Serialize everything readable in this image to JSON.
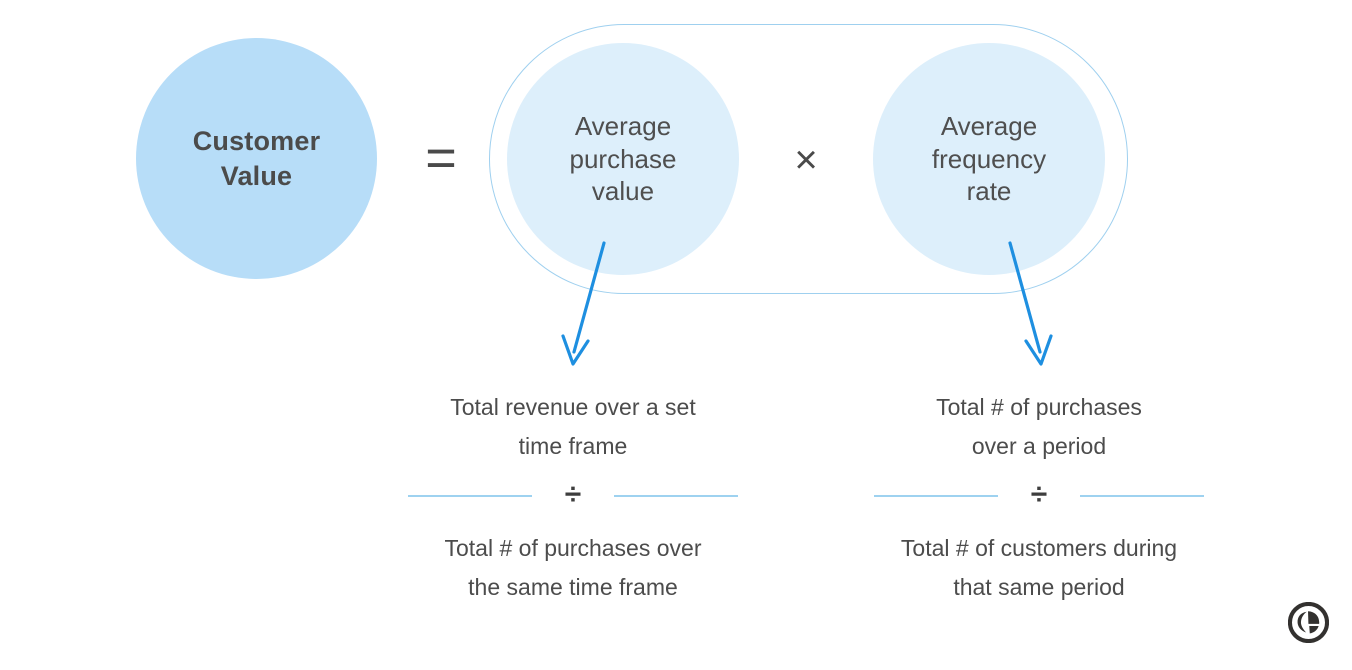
{
  "diagram": {
    "title": "Customer Value formula",
    "colors": {
      "primary_circle": "#b7ddf8",
      "secondary_circle": "#ddeffb",
      "outline": "#9fd0ef",
      "arrow": "#1e8fe0",
      "fraction_bar": "#9ed2f0",
      "text": "#4a4a4a",
      "logo": "#33312f"
    },
    "result": {
      "label": "Customer\nValue"
    },
    "operators": {
      "equals": "=",
      "times": "×",
      "divide": "÷"
    },
    "factors": [
      {
        "id": "average-purchase-value",
        "label": "Average\npurchase\nvalue",
        "numerator": "Total revenue over a set\ntime frame",
        "denominator": "Total # of purchases over\nthe same time frame"
      },
      {
        "id": "average-frequency-rate",
        "label": "Average\nfrequency\nrate",
        "numerator": "Total # of purchases\nover a period",
        "denominator": "Total # of customers during\nthat same period"
      }
    ],
    "logo": {
      "name": "brand-logo"
    }
  }
}
